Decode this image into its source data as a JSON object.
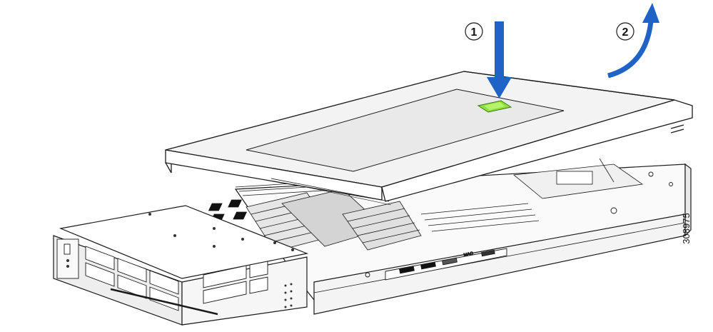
{
  "callouts": [
    {
      "number": "1",
      "meaning": "press-down-button"
    },
    {
      "number": "2",
      "meaning": "lift-cover"
    }
  ],
  "figure_id": "308975",
  "label_mac": "MAC",
  "colors": {
    "arrow": "#1f63c6",
    "button": "#8ee03a",
    "line": "#1a1a1a",
    "panel": "#f3f3f3"
  },
  "icons": [
    "down-arrow-icon",
    "curved-up-arrow-icon"
  ]
}
